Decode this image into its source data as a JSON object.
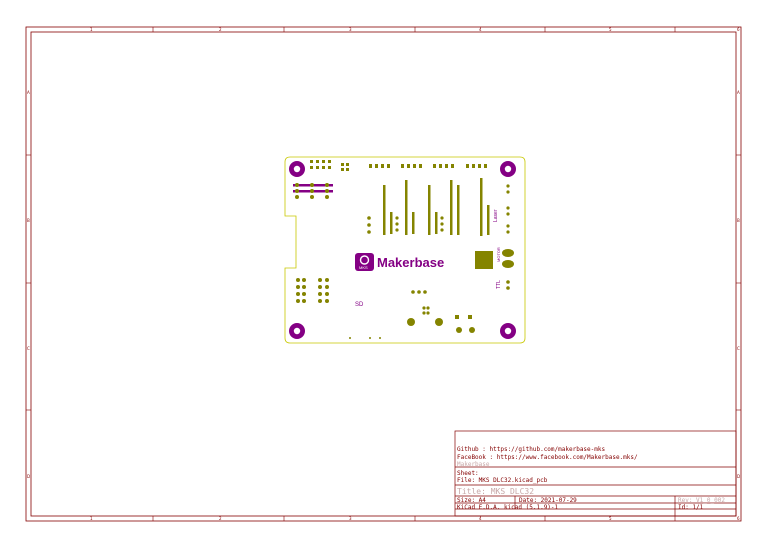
{
  "sheet": {
    "colors": {
      "frame": "#840000",
      "board": "#c8c800",
      "silk": "#840084",
      "pad": "#848400"
    },
    "zones_cols": [
      "1",
      "2",
      "3",
      "4",
      "5",
      "6"
    ],
    "zones_rows": [
      "A",
      "B",
      "C",
      "D"
    ]
  },
  "title_block": {
    "line1": "Github : https://github.com/makerbase-mks",
    "line2": "FaceBook : https://www.facebook.com/Makerbase.mks/",
    "line3": "Makerbase",
    "sheet_label": "Sheet:",
    "file": "File: MKS DLC32.kicad_pcb",
    "title": "Title: MKS DLC32",
    "size": "Size: A4",
    "date": "Date: 2021-07-29",
    "rev": "Rev: V1_0_002",
    "kicad": "KiCad E.D.A.  kicad (5.1.9)-1",
    "id": "Id: 1/1"
  },
  "pcb": {
    "brand": "Makerbase",
    "logo_text": "MKS",
    "labels": {
      "sd": "SD",
      "laser": "Laser",
      "ttl": "TTL",
      "motor": "MOTOR"
    }
  }
}
